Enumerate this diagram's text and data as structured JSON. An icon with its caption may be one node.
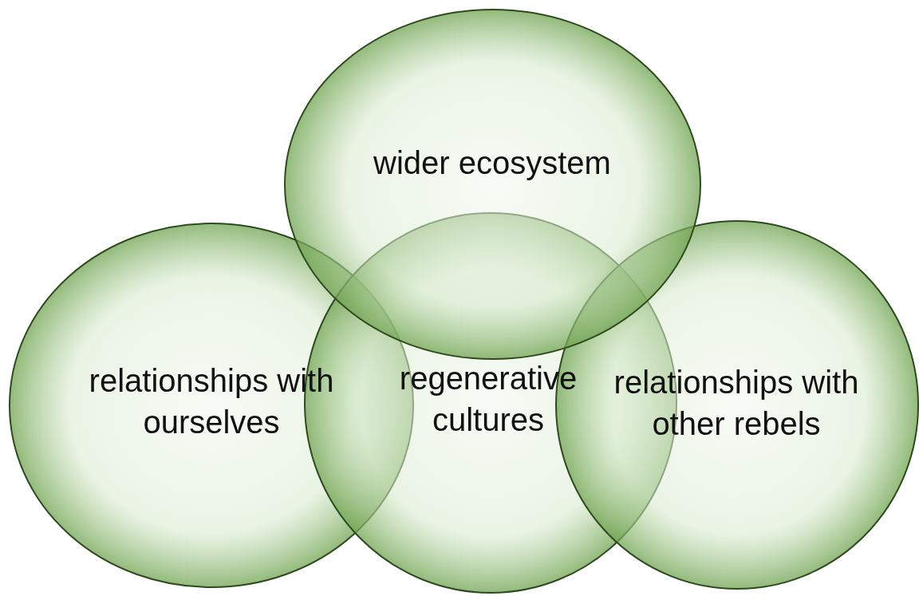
{
  "diagram": {
    "nodes": [
      {
        "text": [
          "wider ecosystem"
        ]
      },
      {
        "text": [
          "relationships with ourselves"
        ]
      },
      {
        "text": [
          "regenerative cultures"
        ]
      },
      {
        "text": [
          "relationships with other rebels"
        ]
      }
    ]
  }
}
